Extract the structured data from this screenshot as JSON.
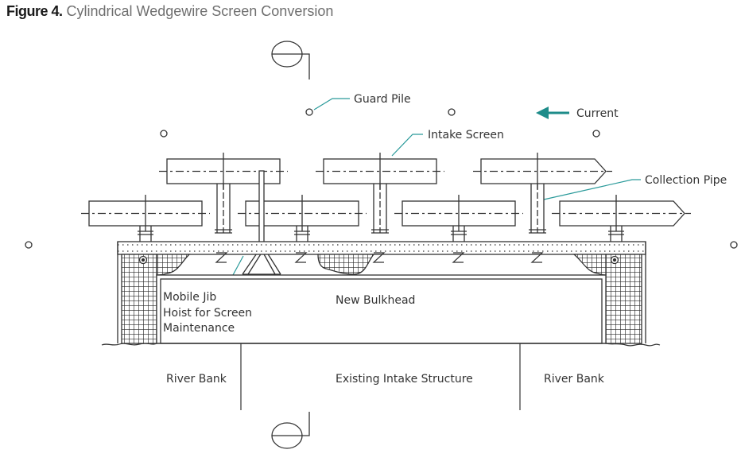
{
  "figure": {
    "number": "Figure 4.",
    "title": "Cylindrical Wedgewire Screen Conversion"
  },
  "labels": {
    "guard_pile": "Guard Pile",
    "current": "Current",
    "intake_screen": "Intake Screen",
    "collection_pipe": "Collection Pipe",
    "jib_line1": "Mobile Jib",
    "jib_line2": "Hoist for Screen",
    "jib_line3": "Maintenance",
    "new_bulkhead": "New Bulkhead",
    "river_bank_left": "River Bank",
    "existing_intake": "Existing Intake Structure",
    "river_bank_right": "River Bank"
  },
  "colors": {
    "line": "#333333",
    "accent_arrow": "#1e8c8a",
    "leader": "#2a9a9a"
  }
}
